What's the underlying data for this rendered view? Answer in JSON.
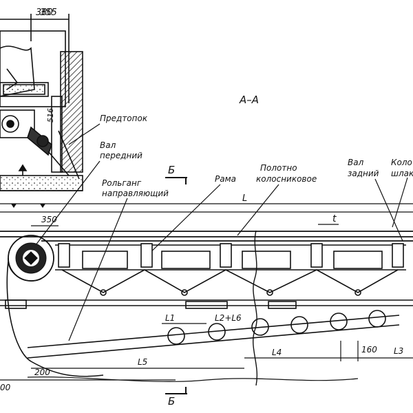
{
  "section_title": "А–А",
  "cut_marker": "Б",
  "labels": {
    "predtopok": "Предтопок",
    "val_peredniy": [
      "Вал",
      "передний"
    ],
    "rolgang": [
      "Рольганг",
      "направляющий"
    ],
    "rama": "Рама",
    "polotno": [
      "Полотно",
      "колосниковое"
    ],
    "val_zadniy": [
      "Вал",
      "задний"
    ],
    "kolos": [
      "Коло",
      "шлак"
    ]
  },
  "dimensions": {
    "d380": "380",
    "d355": "355",
    "d516": "516",
    "d350": "350",
    "L": "L",
    "t": "t",
    "L1": "L1",
    "L2L6": "L2+L6",
    "L3": "L3",
    "L4": "L4",
    "L5": "L5",
    "d160": "160",
    "d200": "200",
    "d_bottom_left": "00"
  }
}
